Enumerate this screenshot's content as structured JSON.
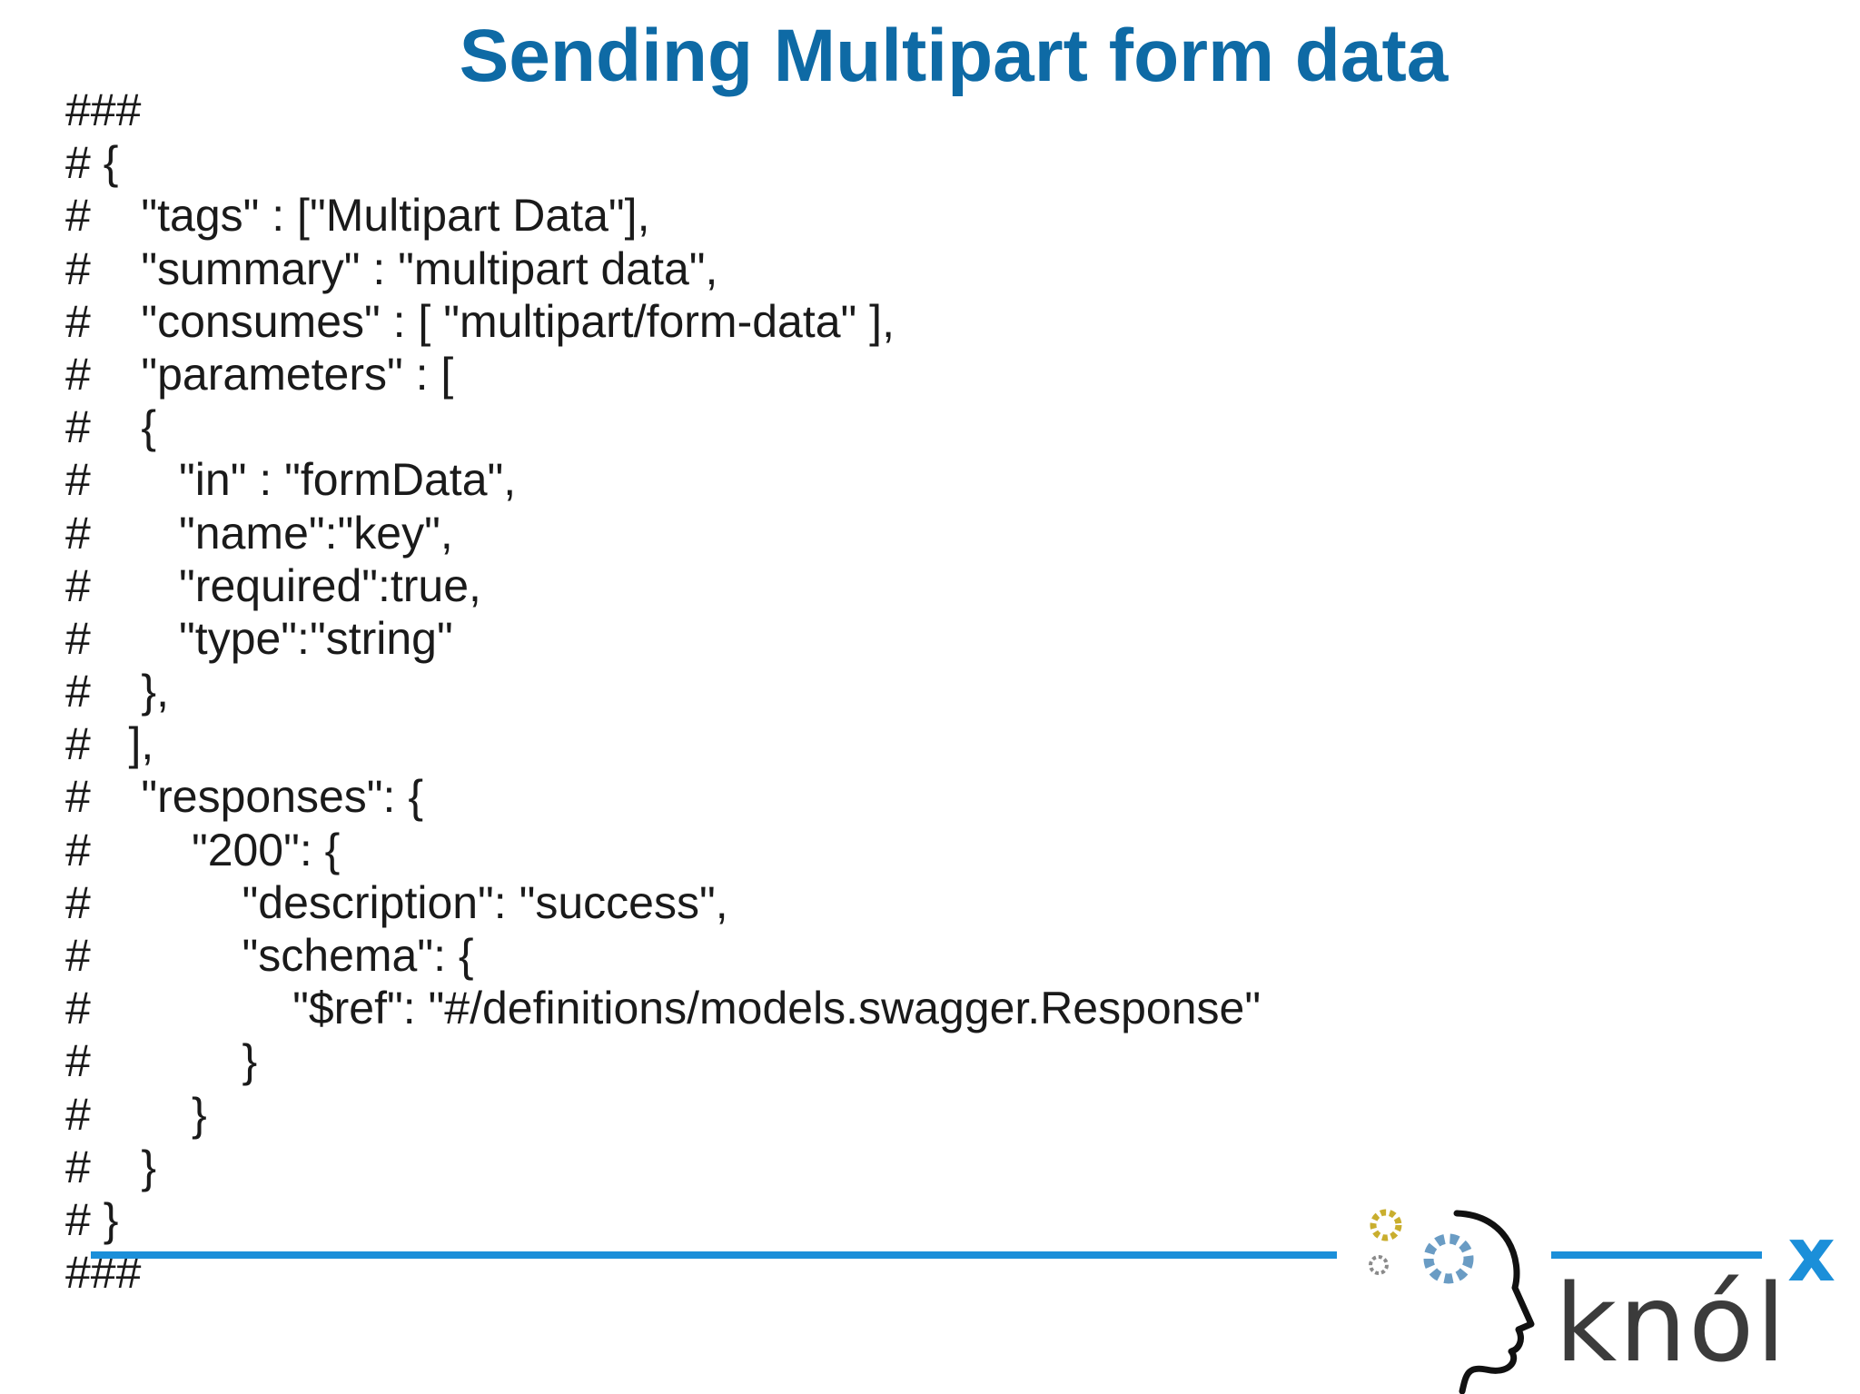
{
  "slide": {
    "title": "Sending Multipart form data",
    "code_lines": [
      "###",
      "# {",
      "#    \"tags\" : [\"Multipart Data\"],",
      "#    \"summary\" : \"multipart data\",",
      "#    \"consumes\" : [ \"multipart/form-data\" ],",
      "#    \"parameters\" : [",
      "#    {",
      "#       \"in\" : \"formData\",",
      "#       \"name\":\"key\",",
      "#       \"required\":true,",
      "#       \"type\":\"string\"",
      "#    },",
      "#   ],",
      "#    \"responses\": {",
      "#        \"200\": {",
      "#            \"description\": \"success\",",
      "#            \"schema\": {",
      "#                \"$ref\": \"#/definitions/models.swagger.Response\"",
      "#            }",
      "#        }",
      "#    }",
      "# }",
      "###"
    ]
  },
  "logo": {
    "text": "knólx"
  },
  "colors": {
    "title": "#0e6aa5",
    "rule": "#1b8fd9",
    "logo_text": "#3b3b3b",
    "logo_x": "#1b8fd9",
    "gear_gold": "#c9ae2e",
    "gear_blue": "#6a9cc4",
    "gear_gray": "#8a8a8a"
  }
}
